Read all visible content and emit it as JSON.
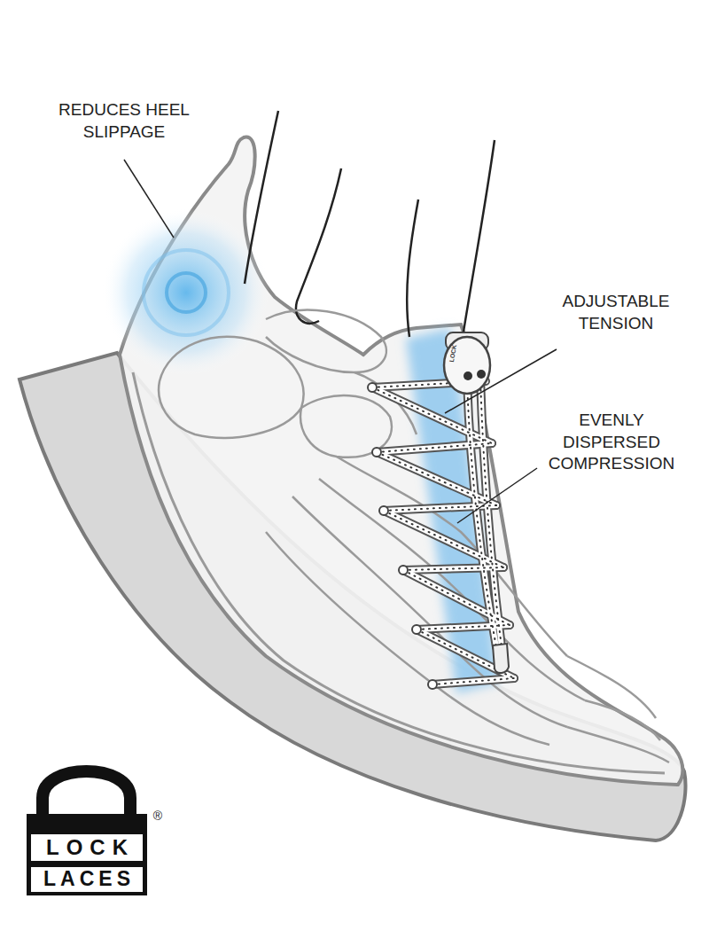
{
  "diagram": {
    "labels": [
      "REDUCES HEEL SLIPPAGE",
      "ADJUSTABLE TENSION",
      "EVENLY DISPERSED COMPRESSION",
      "LOCK",
      "LOCK",
      "LACES",
      "®"
    ]
  }
}
